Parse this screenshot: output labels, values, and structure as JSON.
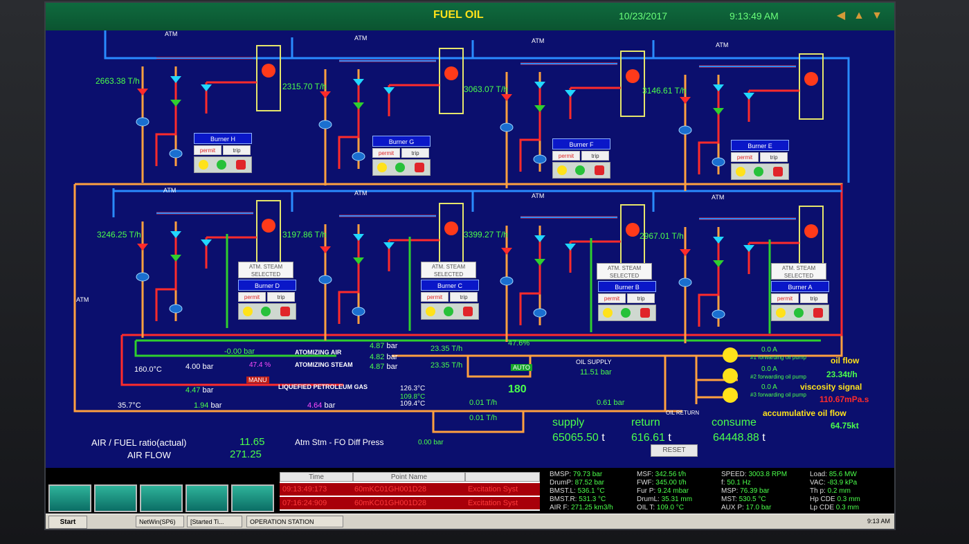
{
  "header": {
    "title": "FUEL OIL",
    "date": "10/23/2017",
    "time": "9:13:49 AM"
  },
  "top_burners": [
    {
      "name": "Burner H",
      "flow": "2663.38",
      "unit": "T/h"
    },
    {
      "name": "Burner G",
      "flow": "2315.70",
      "unit": "T/h"
    },
    {
      "name": "Burner F",
      "flow": "3063.07",
      "unit": "T/h"
    },
    {
      "name": "Burner E",
      "flow": "3146.61",
      "unit": "T/h"
    }
  ],
  "bottom_burners": [
    {
      "name": "Burner D",
      "flow": "3246.25",
      "unit": "T/h"
    },
    {
      "name": "Burner C",
      "flow": "3197.86",
      "unit": "T/h"
    },
    {
      "name": "Burner B",
      "flow": "3399.27",
      "unit": "T/h"
    },
    {
      "name": "Burner A",
      "flow": "2967.01",
      "unit": "T/h"
    }
  ],
  "burner_labels": {
    "permit": "permit",
    "trip": "trip",
    "steam_line1": "ATM. STEAM",
    "steam_line2": "SELECTED",
    "atm": "ATM"
  },
  "atomizing": {
    "air_label": "ATOMIZING AIR",
    "air_value": "-0.00 bar",
    "steam_label": "ATOMIZING STEAM",
    "lpg_label": "LIQUEFIED PETROLEUM GAS",
    "lpg_value": "4.64",
    "temp1": "160.0°C",
    "press1": "4.00",
    "press2": "4.47",
    "temp2": "35.7°C",
    "press3": "1.94",
    "valve_pct": "47.4 %",
    "manu": "MANU",
    "bar": "bar",
    "r1": "4.87",
    "r2": "4.82",
    "r3": "4.87"
  },
  "supply_section": {
    "flow1": "23.35 T/h",
    "flow2": "23.35 T/h",
    "valve_pct": "47.6%",
    "auto": "AUTO",
    "setpoint": "180",
    "oil_supply_label": "OIL SUPPLY",
    "oil_supply_value": "11.51 bar",
    "temps": [
      "126.3°C",
      "109.8°C",
      "109.4°C"
    ],
    "return_flow1": "0.01 T/h",
    "return_flow2": "0.01 T/h",
    "return_press": "0.61 bar",
    "oil_return_label": "OIL RETURN"
  },
  "pumps": [
    {
      "current": "0.0 A",
      "label": "#1 forwarding oil pump"
    },
    {
      "current": "0.0 A",
      "label": "#2 forwarding oil pump"
    },
    {
      "current": "0.0 A",
      "label": "#3 forwarding oil pump"
    }
  ],
  "right_info": {
    "oil_flow_label": "oil flow",
    "oil_flow_value": "23.34t/h",
    "viscosity_label": "viscosity signal",
    "viscosity_value": "110.67mPa.s",
    "accum_label": "accumulative oil flow",
    "accum_value": "64.75kt"
  },
  "totals": {
    "supply_label": "supply",
    "supply_value": "65065.50",
    "supply_unit": "t",
    "return_label": "return",
    "return_value": "616.61",
    "return_unit": "t",
    "consume_label": "consume",
    "consume_value": "64448.88",
    "consume_unit": "t",
    "reset": "RESET"
  },
  "ratios": {
    "afr_label": "AIR / FUEL ratio(actual)",
    "afr_value": "11.65",
    "air_flow_label": "AIR FLOW",
    "air_flow_value": "271.25",
    "diff_label": "Atm Stm - FO Diff Press",
    "diff_value": "0.00 bar"
  },
  "alarms": {
    "col_time": "Time",
    "col_point": "Point Name",
    "rows": [
      {
        "time": "09:13:49:173",
        "point": "60mKC01GH001D28",
        "desc": "Excitation Syst"
      },
      {
        "time": "07:16:24:909",
        "point": "60mKC01GH001D28",
        "desc": "Excitation Syst"
      }
    ]
  },
  "stats": [
    {
      "label": "BMSP:",
      "value": "79.73 bar"
    },
    {
      "label": "DrumP:",
      "value": "87.52 bar"
    },
    {
      "label": "BMST.L:",
      "value": "536.1 °C"
    },
    {
      "label": "BMST.R:",
      "value": "531.3 °C"
    },
    {
      "label": "AIR F:",
      "value": "271.25 km3/h"
    },
    {
      "label": "MSF:",
      "value": "342.56 t/h"
    },
    {
      "label": "FWF:",
      "value": "345.00 t/h"
    },
    {
      "label": "Fur P:",
      "value": "9.24 mbar"
    },
    {
      "label": "DrumL:",
      "value": "35.31 mm"
    },
    {
      "label": "OIL T:",
      "value": "109.0 °C"
    },
    {
      "label": "SPEED:",
      "value": "3003.8 RPM"
    },
    {
      "label": "f:",
      "value": "50.1 Hz"
    },
    {
      "label": "MSP:",
      "value": "76.39 bar"
    },
    {
      "label": "MST:",
      "value": "530.5 °C"
    },
    {
      "label": "AUX P:",
      "value": "17.0 bar"
    },
    {
      "label": "Load:",
      "value": "85.6 MW"
    },
    {
      "label": "VAC:",
      "value": "-83.9 kPa"
    },
    {
      "label": "Th p:",
      "value": "0.2 mm"
    },
    {
      "label": "Hp CDE",
      "value": "0.3 mm"
    },
    {
      "label": "Lp CDE",
      "value": "0.3 mm"
    }
  ],
  "taskbar": {
    "start": "Start",
    "app1": "NetWin(SP6)",
    "app2": "[Started Ti...",
    "app3": "OPERATION STATION",
    "clock": "9:13 AM"
  },
  "colors": {
    "background": "#0b0f6e",
    "oil_line": "#ff2b2b",
    "steam_line": "#ffa040",
    "air_line": "#2a8bff",
    "green_line": "#2fcf2f"
  }
}
